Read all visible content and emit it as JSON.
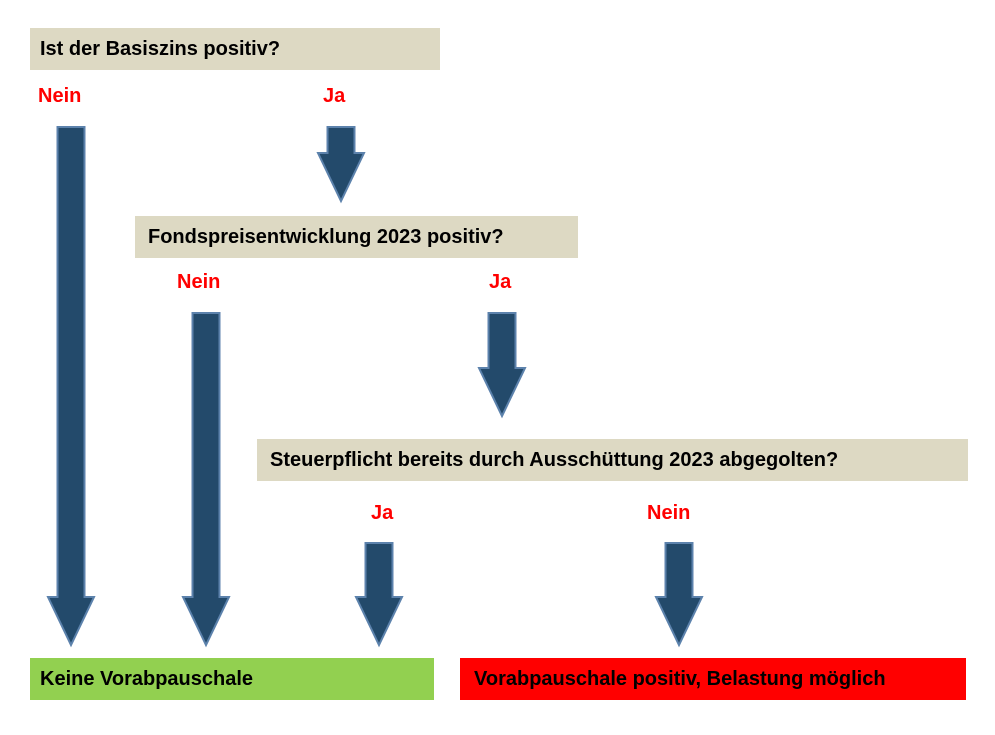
{
  "diagram": {
    "title": "Vorabpauschale Entscheidungsbaum",
    "colors": {
      "question_box": "#DDD9C3",
      "result_positive": "#92D050",
      "result_negative": "#FF0000",
      "arrow_fill": "#234A6B",
      "arrow_outline": "#5C82AC",
      "label_text": "#FF0000",
      "box_text": "#000000",
      "background": "#FFFFFF"
    },
    "questions": [
      {
        "id": "q1",
        "text": "Ist der Basiszins positiv?"
      },
      {
        "id": "q2",
        "text": "Fondspreisentwicklung 2023 positiv?"
      },
      {
        "id": "q3",
        "text": "Steuerpflicht bereits durch Ausschüttung 2023 abgegolten?"
      }
    ],
    "branch_labels": [
      {
        "id": "q1-no",
        "text": "Nein"
      },
      {
        "id": "q1-yes",
        "text": "Ja"
      },
      {
        "id": "q2-no",
        "text": "Nein"
      },
      {
        "id": "q2-yes",
        "text": "Ja"
      },
      {
        "id": "q3-yes",
        "text": "Ja"
      },
      {
        "id": "q3-no",
        "text": "Nein"
      }
    ],
    "results": [
      {
        "id": "r-green",
        "text": "Keine Vorabpauschale"
      },
      {
        "id": "r-red",
        "text": "Vorabpauschale positiv, Belastung möglich"
      }
    ]
  }
}
